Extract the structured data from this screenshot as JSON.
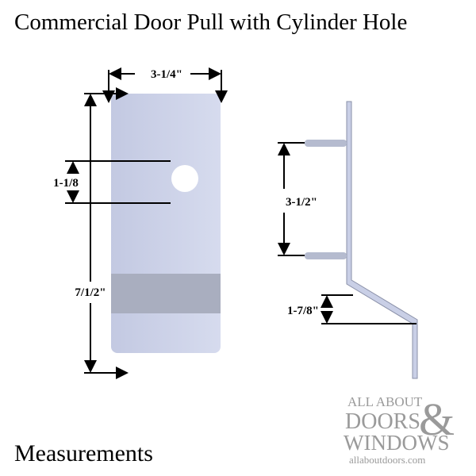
{
  "title": "Commercial Door Pull with Cylinder Hole",
  "caption": "Measurements",
  "dimensions": {
    "width": "3-1/4\"",
    "hole_spacing": "1-1/8",
    "height": "7/1/2\"",
    "pin_spacing": "3-1/2\"",
    "offset": "1-7/8\""
  },
  "logo": {
    "line1": "ALL ABOUT",
    "line2": "DOORS",
    "amp": "&",
    "line3": "WINDOWS",
    "url": "allaboutdoors.com"
  },
  "colors": {
    "plate": "#c9cfe6",
    "band": "#a8adbd",
    "logo": "#9a9a9a"
  }
}
